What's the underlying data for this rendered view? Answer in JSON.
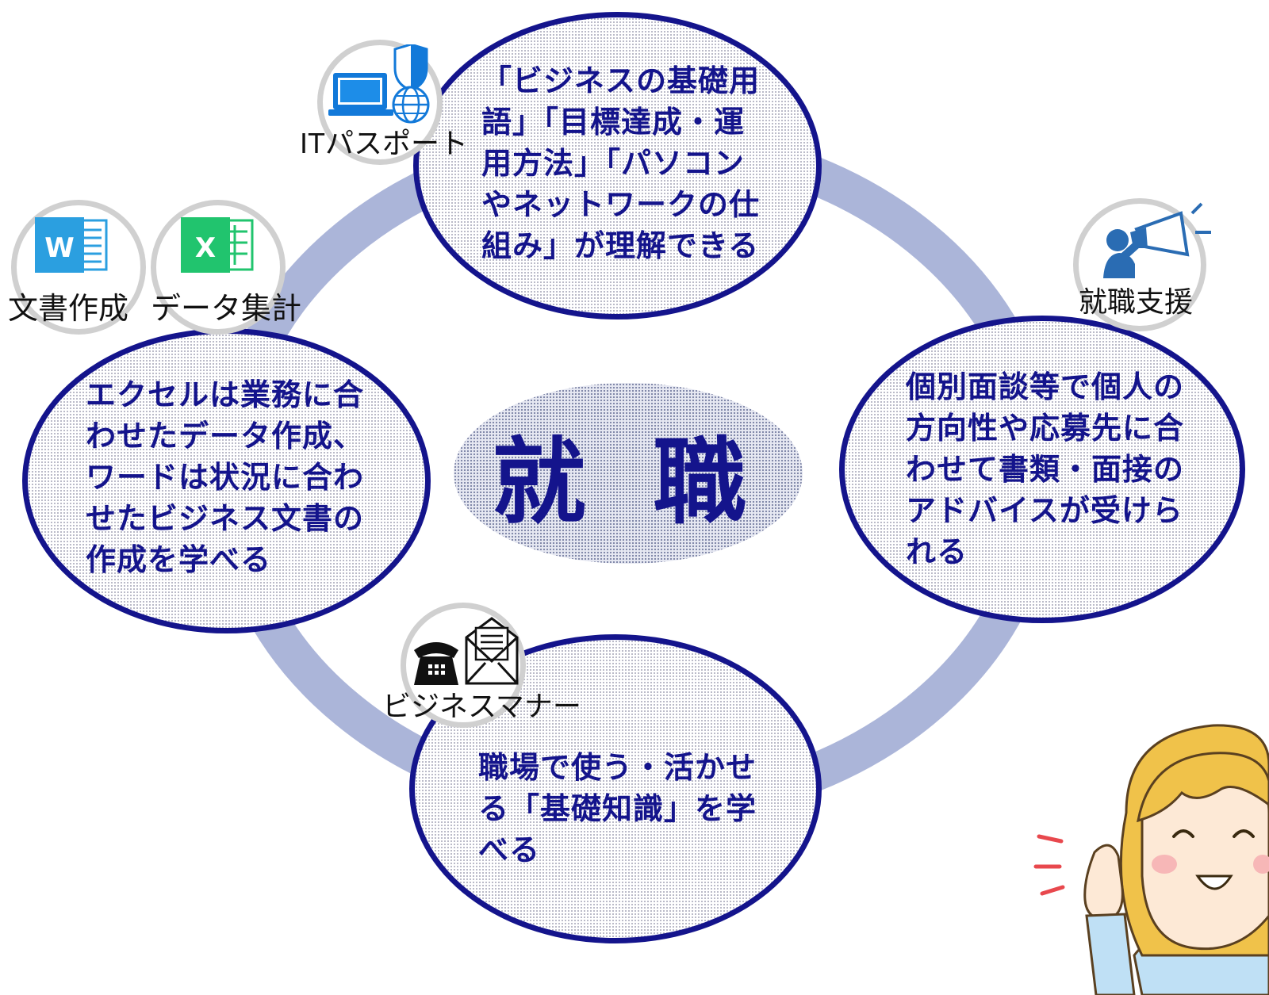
{
  "center_label": "就 職",
  "bubbles": {
    "top": "「ビジネスの基礎用語」「目標達成・運用方法」「パソコンやネットワークの仕組み」が理解できる",
    "left": "エクセルは業務に合わせたデータ作成、ワードは状況に合わせたビジネス文書の作成を学べる",
    "right": "個別面談等で個人の方向性や応募先に合わせて書類・面接のアドバイスが受けられる",
    "bottom": "職場で使う・活かせる「基礎知識」を学べる"
  },
  "bubble_lines": {
    "top": [
      "「ビジネスの基礎用",
      "語」「目標達成・運",
      "用方法」「パソコン",
      "やネットワークの仕",
      "組み」が理解できる"
    ],
    "left": [
      "エクセルは業務に合",
      "わせたデータ作成、",
      "ワードは状況に合わ",
      "せたビジネス文書の",
      "作成を学べる"
    ],
    "right": [
      "個別面談等で個人の",
      "方向性や応募先に合",
      "わせて書類・面接の",
      "アドバイスが受けら",
      "れる"
    ],
    "bottom": [
      "職場で使う・活かせ",
      "る「基礎知識」を学",
      "べる"
    ]
  },
  "icons": {
    "it_passport": {
      "label": "ITパスポート",
      "icon": "computer-shield-globe-icon"
    },
    "word": {
      "label": "文書作成",
      "icon": "word-icon",
      "letter": "W"
    },
    "excel": {
      "label": "データ集計",
      "icon": "excel-icon",
      "letter": "X"
    },
    "career_support": {
      "label": "就職支援",
      "icon": "megaphone-person-icon"
    },
    "business_manner": {
      "label": "ビジネスマナー",
      "icon": "telephone-envelope-icon"
    }
  },
  "colors": {
    "bubble_border": "#14148c",
    "text": "#14148c",
    "ring": "#abb5d9",
    "word_blue": "#2b9fe0",
    "excel_green": "#21c46e"
  }
}
